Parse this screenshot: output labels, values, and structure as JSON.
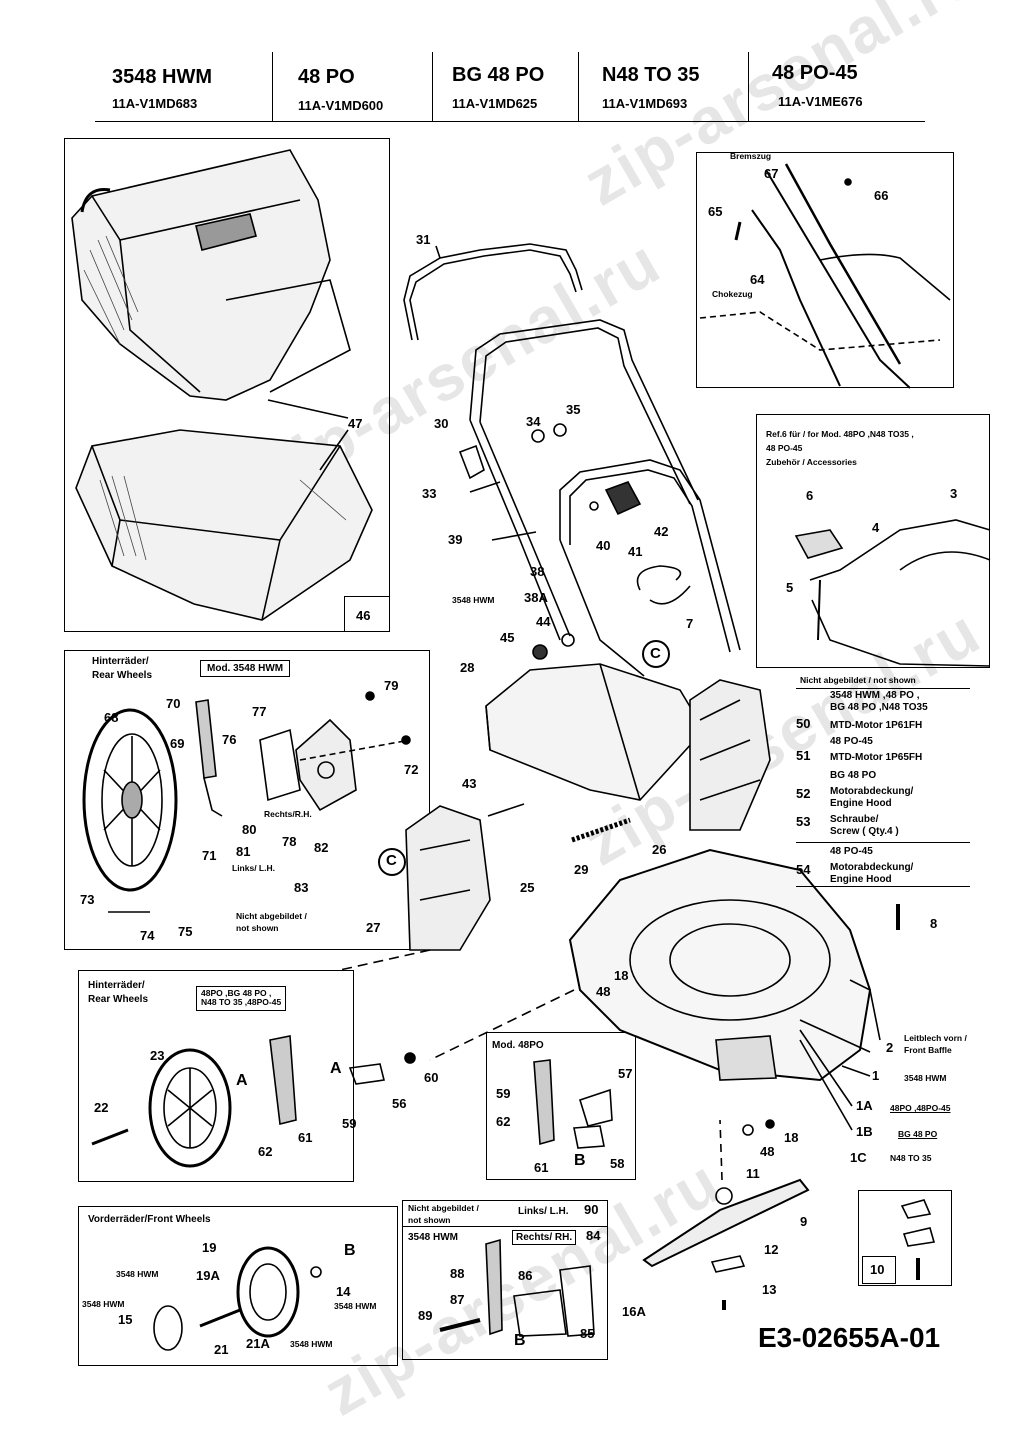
{
  "header": {
    "models": [
      {
        "name": "3548 HWM",
        "code": "11A-V1MD683"
      },
      {
        "name": "48 PO",
        "code": "11A-V1MD600"
      },
      {
        "name": "BG 48 PO",
        "code": "11A-V1MD625"
      },
      {
        "name": "N48 TO 35",
        "code": "11A-V1MD693"
      },
      {
        "name": "48 PO-45",
        "code": "11A-V1ME676"
      }
    ]
  },
  "watermark": "zip-arsenal.ru",
  "diagram_id": "E3-02655A-01",
  "cable_box": {
    "brake_cable": "Bremszug",
    "choke_cable": "Chokezug"
  },
  "ref_box": {
    "line1": "Ref.6 für / for Mod. 48PO ,N48 TO35 ,",
    "line2": "48 PO-45",
    "line3": "Zubehör / Accessories"
  },
  "not_shown": {
    "title": "Nicht abgebildet / not shown",
    "group1": "3548 HWM ,48 PO ,",
    "group1b": "BG 48 PO ,N48 TO35",
    "item50": "MTD-Motor  1P61FH",
    "group2": "48 PO-45",
    "item51": "MTD-Motor  1P65FH",
    "group3": "BG 48 PO",
    "item52a": "Motorabdeckung/",
    "item52b": "Engine Hood",
    "item53a": "Schraube/",
    "item53b": "Screw ( Qty.4 )",
    "group4": "48 PO-45",
    "item54a": "Motorabdeckung/",
    "item54b": "Engine Hood"
  },
  "rear_box1": {
    "title1": "Hinterräder/",
    "title2": "Rear Wheels",
    "model": "Mod. 3548 HWM",
    "right": "Rechts/R.H.",
    "left": "Links/ L.H.",
    "not_shown": "Nicht abgebildet /",
    "not_shown2": "not shown"
  },
  "rear_box2": {
    "title1": "Hinterräder/",
    "title2": "Rear Wheels",
    "models1": "48PO ,BG 48 PO ,",
    "models2": "N48 TO 35 ,48PO-45"
  },
  "mod48_box": {
    "title": "Mod. 48PO"
  },
  "front_box": {
    "title": "Vorderräder/Front Wheels",
    "model_tag": "3548 HWM"
  },
  "bottom_mid": {
    "not_shown1": "Nicht abgebildet /",
    "not_shown2": "not shown",
    "left": "Links/ L.H.",
    "model": "3548 HWM",
    "right": "Rechts/ RH."
  },
  "deck_notes": {
    "baffle1": "Leitblech vorn /",
    "baffle2": "Front Baffle",
    "n1": "3548 HWM",
    "n1a": "48PO ,48PO-45",
    "n1b": "BG 48 PO",
    "n1c": "N48 TO 35"
  },
  "labels": {
    "l1": "1",
    "l1A": "1A",
    "l1B": "1B",
    "l1C": "1C",
    "l2": "2",
    "l3": "3",
    "l4": "4",
    "l5": "5",
    "l6": "6",
    "l7": "7",
    "l8": "8",
    "l9": "9",
    "l10": "10",
    "l11": "11",
    "l12": "12",
    "l13": "13",
    "l14": "14",
    "l15": "15",
    "l16A": "16A",
    "l18a": "18",
    "l18b": "18",
    "l19": "19",
    "l19A": "19A",
    "l21": "21",
    "l21A": "21A",
    "l22": "22",
    "l23": "23",
    "l25": "25",
    "l26": "26",
    "l27": "27",
    "l28": "28",
    "l29": "29",
    "l30": "30",
    "l31": "31",
    "l33": "33",
    "l34": "34",
    "l35": "35",
    "l38": "38",
    "l38A": "38A",
    "l39": "39",
    "l40": "40",
    "l41": "41",
    "l42": "42",
    "l43": "43",
    "l44": "44",
    "l45": "45",
    "l46": "46",
    "l47": "47",
    "l48a": "48",
    "l48b": "48",
    "l50": "50",
    "l51": "51",
    "l52": "52",
    "l53": "53",
    "l54": "54",
    "l56": "56",
    "l57": "57",
    "l58": "58",
    "l59a": "59",
    "l59b": "59",
    "l60": "60",
    "l61a": "61",
    "l61b": "61",
    "l62a": "62",
    "l62b": "62",
    "l64": "64",
    "l65": "65",
    "l66": "66",
    "l67": "67",
    "l68": "68",
    "l69": "69",
    "l70": "70",
    "l71": "71",
    "l72": "72",
    "l73": "73",
    "l74": "74",
    "l75": "75",
    "l76": "76",
    "l77": "77",
    "l78": "78",
    "l79": "79",
    "l80": "80",
    "l81": "81",
    "l82": "82",
    "l83": "83",
    "l84": "84",
    "l85": "85",
    "l86": "86",
    "l87": "87",
    "l88": "88",
    "l89": "89",
    "l90": "90",
    "lA1": "A",
    "lA2": "A",
    "lB1": "B",
    "lB2": "B",
    "lB3": "B",
    "lC1": "C",
    "lC2": "C"
  }
}
